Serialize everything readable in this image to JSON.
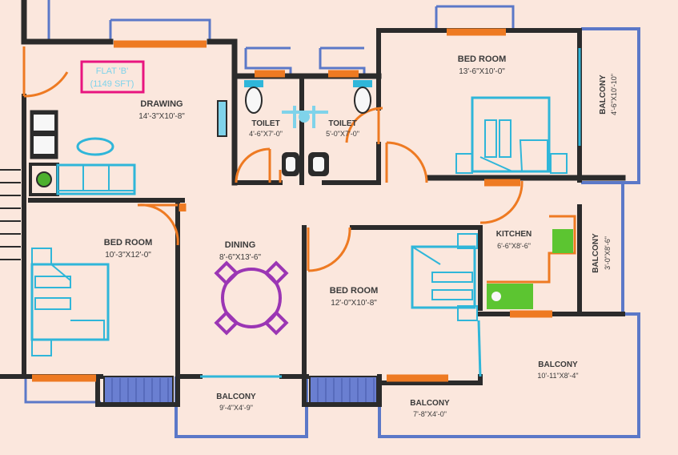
{
  "flat": {
    "name": "FLAT 'B'",
    "area": "(1149 SFT)"
  },
  "rooms": {
    "drawing": {
      "name": "DRAWING",
      "size": "14'-3\"X10'-8\""
    },
    "toilet1": {
      "name": "TOILET",
      "size": "4'-6\"X7'-0\""
    },
    "toilet2": {
      "name": "TOILET",
      "size": "5'-0\"X7'-0\""
    },
    "bedroom1": {
      "name": "BED ROOM",
      "size": "13'-6\"X10'-0\""
    },
    "balcony_r": {
      "name": "BALCONY",
      "size": "4'-6\"X10'-10\""
    },
    "bedroom2": {
      "name": "BED ROOM",
      "size": "10'-3\"X12'-0\""
    },
    "dining": {
      "name": "DINING",
      "size": "8'-6\"X13'-6\""
    },
    "bedroom3": {
      "name": "BED ROOM",
      "size": "12'-0\"X10'-8\""
    },
    "kitchen": {
      "name": "KITCHEN",
      "size": "6'-6\"X8'-6\""
    },
    "balcony_k": {
      "name": "BALCONY",
      "size": "3'-0\"X8'-6\""
    },
    "balcony_br": {
      "name": "BALCONY",
      "size": "10'-11\"X8'-4\""
    },
    "balcony_b1": {
      "name": "BALCONY",
      "size": "9'-4\"X4'-9\""
    },
    "balcony_b2": {
      "name": "BALCONY",
      "size": "7'-8\"X4'-0\""
    }
  },
  "colors": {
    "background": "#fbe7dd",
    "wall": "#2b2b2b",
    "window": "#ee7a22",
    "outline": "#5b78c8",
    "furniture": "#2fb6d9",
    "dining_set": "#9b36b4",
    "kitchen_green": "#5cc531",
    "label_box": "#e8157f"
  }
}
